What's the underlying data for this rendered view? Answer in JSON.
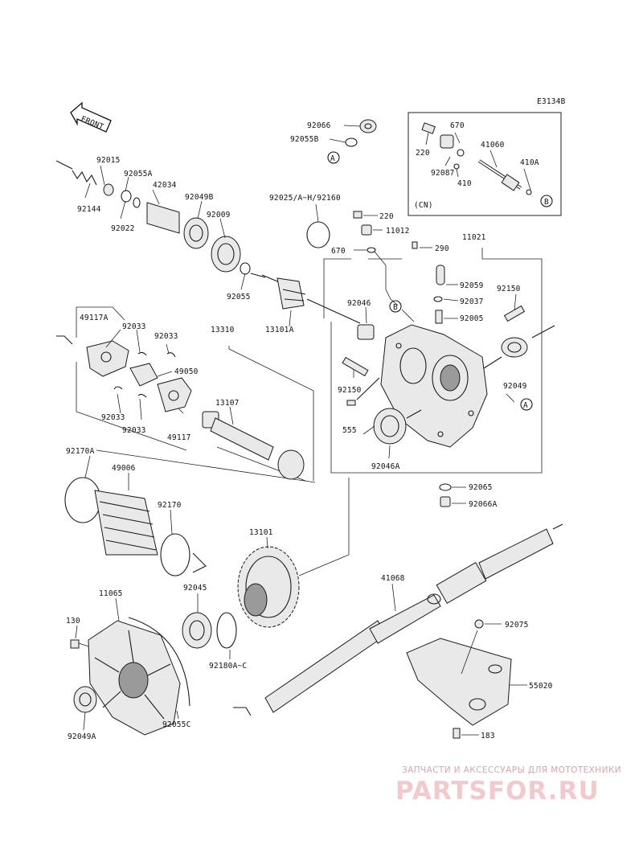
{
  "diagram": {
    "code": "E3134B",
    "front_label": "FRONT",
    "cn_label": "(CN)",
    "ref_a": "A",
    "ref_b": "B"
  },
  "parts": {
    "p92066": "92066",
    "p92055B": "92055B",
    "p92015": "92015",
    "p92055A": "92055A",
    "p42034": "42034",
    "p92049B": "92049B",
    "p92144": "92144",
    "p92022": "92022",
    "p92009": "92009",
    "p92025": "92025/A~H/92160",
    "p220": "220",
    "p11012": "11012",
    "p670": "670",
    "p290": "290",
    "p11021": "11021",
    "p92055": "92055",
    "p13101A": "13101A",
    "p92046": "92046",
    "p92059": "92059",
    "p92150a": "92150",
    "p92037": "92037",
    "p92005": "92005",
    "p49117A": "49117A",
    "p92033a": "92033",
    "p92033b": "92033",
    "p13310": "13310",
    "p49050": "49050",
    "p13107": "13107",
    "p92033c": "92033",
    "p92033d": "92033",
    "p49117": "49117",
    "p92150b": "92150",
    "p92049": "92049",
    "p555": "555",
    "p92046A": "92046A",
    "p92065": "92065",
    "p92066A": "92066A",
    "p92170A": "92170A",
    "p49006": "49006",
    "p92170": "92170",
    "p13101": "13101",
    "p41068": "41068",
    "p11065": "11065",
    "p92045": "92045",
    "p130": "130",
    "p92180": "92180A~C",
    "p92075": "92075",
    "p55020": "55020",
    "p92049A": "92049A",
    "p92055C": "92055C",
    "p183": "183",
    "cn670": "670",
    "cn220": "220",
    "cn41060": "41060",
    "cn410A": "410A",
    "cn92087": "92087",
    "cn410": "410"
  },
  "watermark": {
    "tagline": "ЗАПЧАСТИ И АКСЕССУАРЫ ДЛЯ МОТОТЕХНИКИ",
    "brand": "PARTSFOR.RU",
    "brand_color": "#e8a3a8"
  }
}
